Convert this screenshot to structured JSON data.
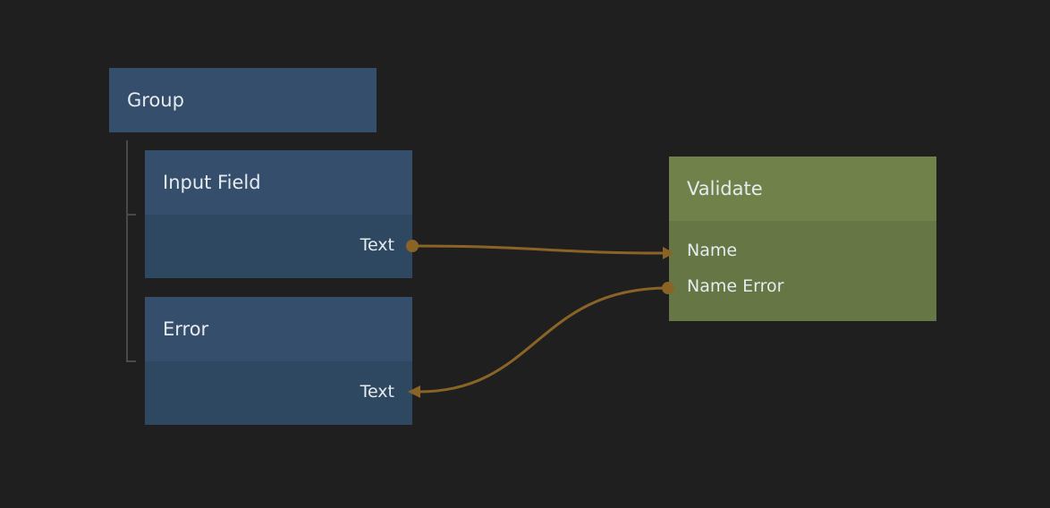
{
  "nodes": {
    "group": {
      "title": "Group"
    },
    "input_field": {
      "title": "Input Field",
      "output_port": "Text"
    },
    "error": {
      "title": "Error",
      "input_port": "Text"
    },
    "validate": {
      "title": "Validate",
      "input_port": "Name",
      "output_port": "Name Error"
    }
  },
  "colors": {
    "background": "#1f1f1f",
    "ui_node": "#344e6b",
    "logic_node": "#71814a",
    "connection": "#8a6427"
  }
}
